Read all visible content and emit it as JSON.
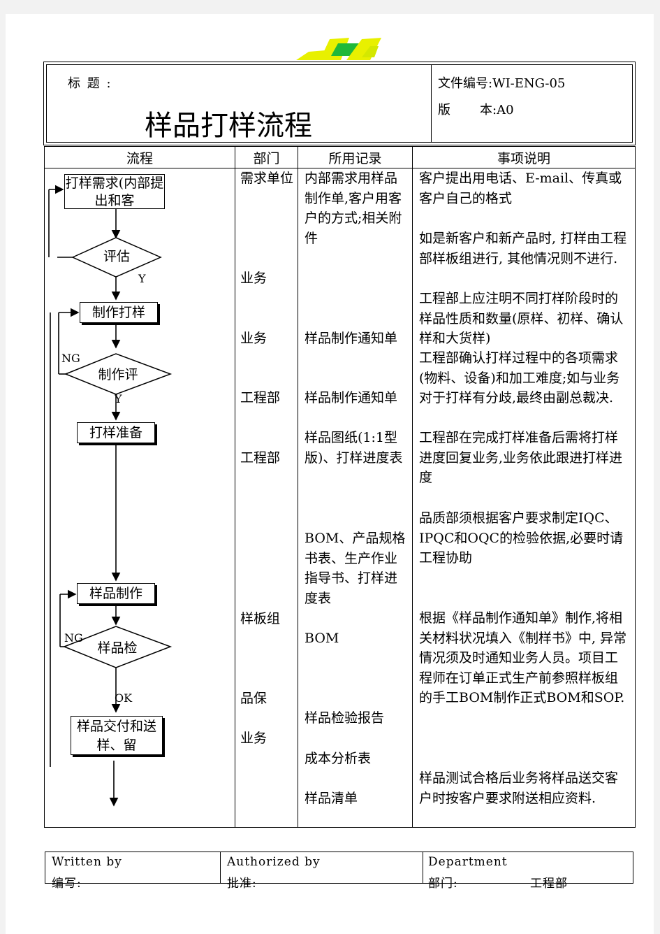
{
  "header": {
    "title_label": "标 题 :",
    "title": "样品打样流程",
    "doc_no": "文件编号:WI-ENG-05",
    "version_label": "版",
    "version_value": "本:A0"
  },
  "table": {
    "headers": [
      "流程",
      "部门",
      "所用记录",
      "事项说明"
    ],
    "departments": [
      "需求单位",
      "业务",
      "业务",
      "工程部",
      "工程部",
      "样板组",
      "品保",
      "业务"
    ],
    "records": [
      "内部需求用样品制作单,客户用客户的方式;相关附件",
      "样品制作通知单",
      "样品制作通知单",
      "样品图纸(1:1型版)、打样进度表",
      "BOM、产品规格书表、生产作业指导书、打样进度表",
      "BOM",
      "样品检验报告",
      "成本分析表",
      "样品清单"
    ],
    "notes": [
      "客户提出用电话、E-mail、传真或客户自己的格式",
      "如是新客户和新产品时, 打样由工程部样板组进行, 其他情况则不进行.",
      "工程部上应注明不同打样阶段时的样品性质和数量(原样、初样、确认样和大货样)",
      "工程部确认打样过程中的各项需求(物料、设备)和加工难度;如与业务对于打样有分歧,最终由副总裁决.",
      "工程部在完成打样准备后需将打样进度回复业务,业务依此跟进打样进度",
      "品质部须根据客户要求制定IQC、IPQC和OQC的检验依据,必要时请工程协助",
      "根据《样品制作通知单》制作,将相关材料状况填入《制样书》中, 异常情况须及时通知业务人员。项目工程师在订单正式生产前参照样板组的手工BOM制作正式BOM和SOP.",
      "样品测试合格后业务将样品送交客户时按客户要求附送相应资料."
    ]
  },
  "flow": {
    "request": "打样需求(内部提出和客",
    "evaluate": "评估",
    "make": "制作打样",
    "make_review": "制作评",
    "prepare": "打样准备",
    "produce": "样品制作",
    "inspect": "样品检",
    "deliver": "样品交付和送样、留",
    "y1": "Y",
    "y2": "Y",
    "ng1": "NG",
    "ng2": "NG",
    "ok": "OK"
  },
  "footer": {
    "written_en": "Written by",
    "written_cn": "编写:",
    "authorized_en": "Authorized by",
    "authorized_cn": "批准:",
    "dept_en": "Department",
    "dept_cn": "部门:",
    "dept_value": "工程部"
  },
  "colors": {
    "logo_yellow": "#e8f000",
    "logo_green": "#1fb83a"
  }
}
